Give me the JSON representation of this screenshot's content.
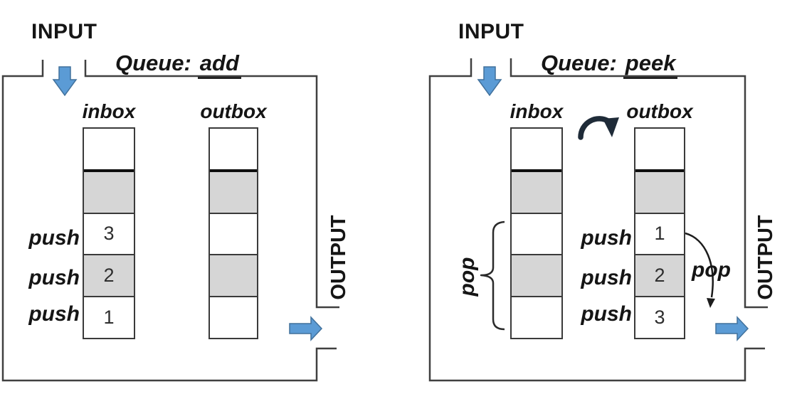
{
  "colors": {
    "blue_arrow_fill": "#5b9bd5",
    "blue_arrow_border": "#41719c",
    "cell_gray": "#d6d6d6",
    "wire": "#404040",
    "transfer_arc": "#1f2b38"
  },
  "panels": {
    "left": {
      "input_label": "INPUT",
      "title_prefix": "Queue:",
      "title_op": "add",
      "output_label": "OUTPUT",
      "inbox": {
        "label": "inbox",
        "cells": [
          "",
          "",
          "3",
          "2",
          "1"
        ]
      },
      "outbox": {
        "label": "outbox",
        "cells": [
          "",
          "",
          "",
          "",
          ""
        ]
      },
      "push_labels": [
        "push",
        "push",
        "push"
      ]
    },
    "right": {
      "input_label": "INPUT",
      "title_prefix": "Queue:",
      "title_op": "peek",
      "output_label": "OUTPUT",
      "inbox": {
        "label": "inbox",
        "cells": [
          "",
          "",
          "",
          "",
          ""
        ]
      },
      "outbox": {
        "label": "outbox",
        "cells": [
          "",
          "",
          "1",
          "2",
          "3"
        ]
      },
      "push_labels": [
        "push",
        "push",
        "push"
      ],
      "pop_bracket_label": "pop",
      "pop_arrow_label": "pop"
    }
  }
}
